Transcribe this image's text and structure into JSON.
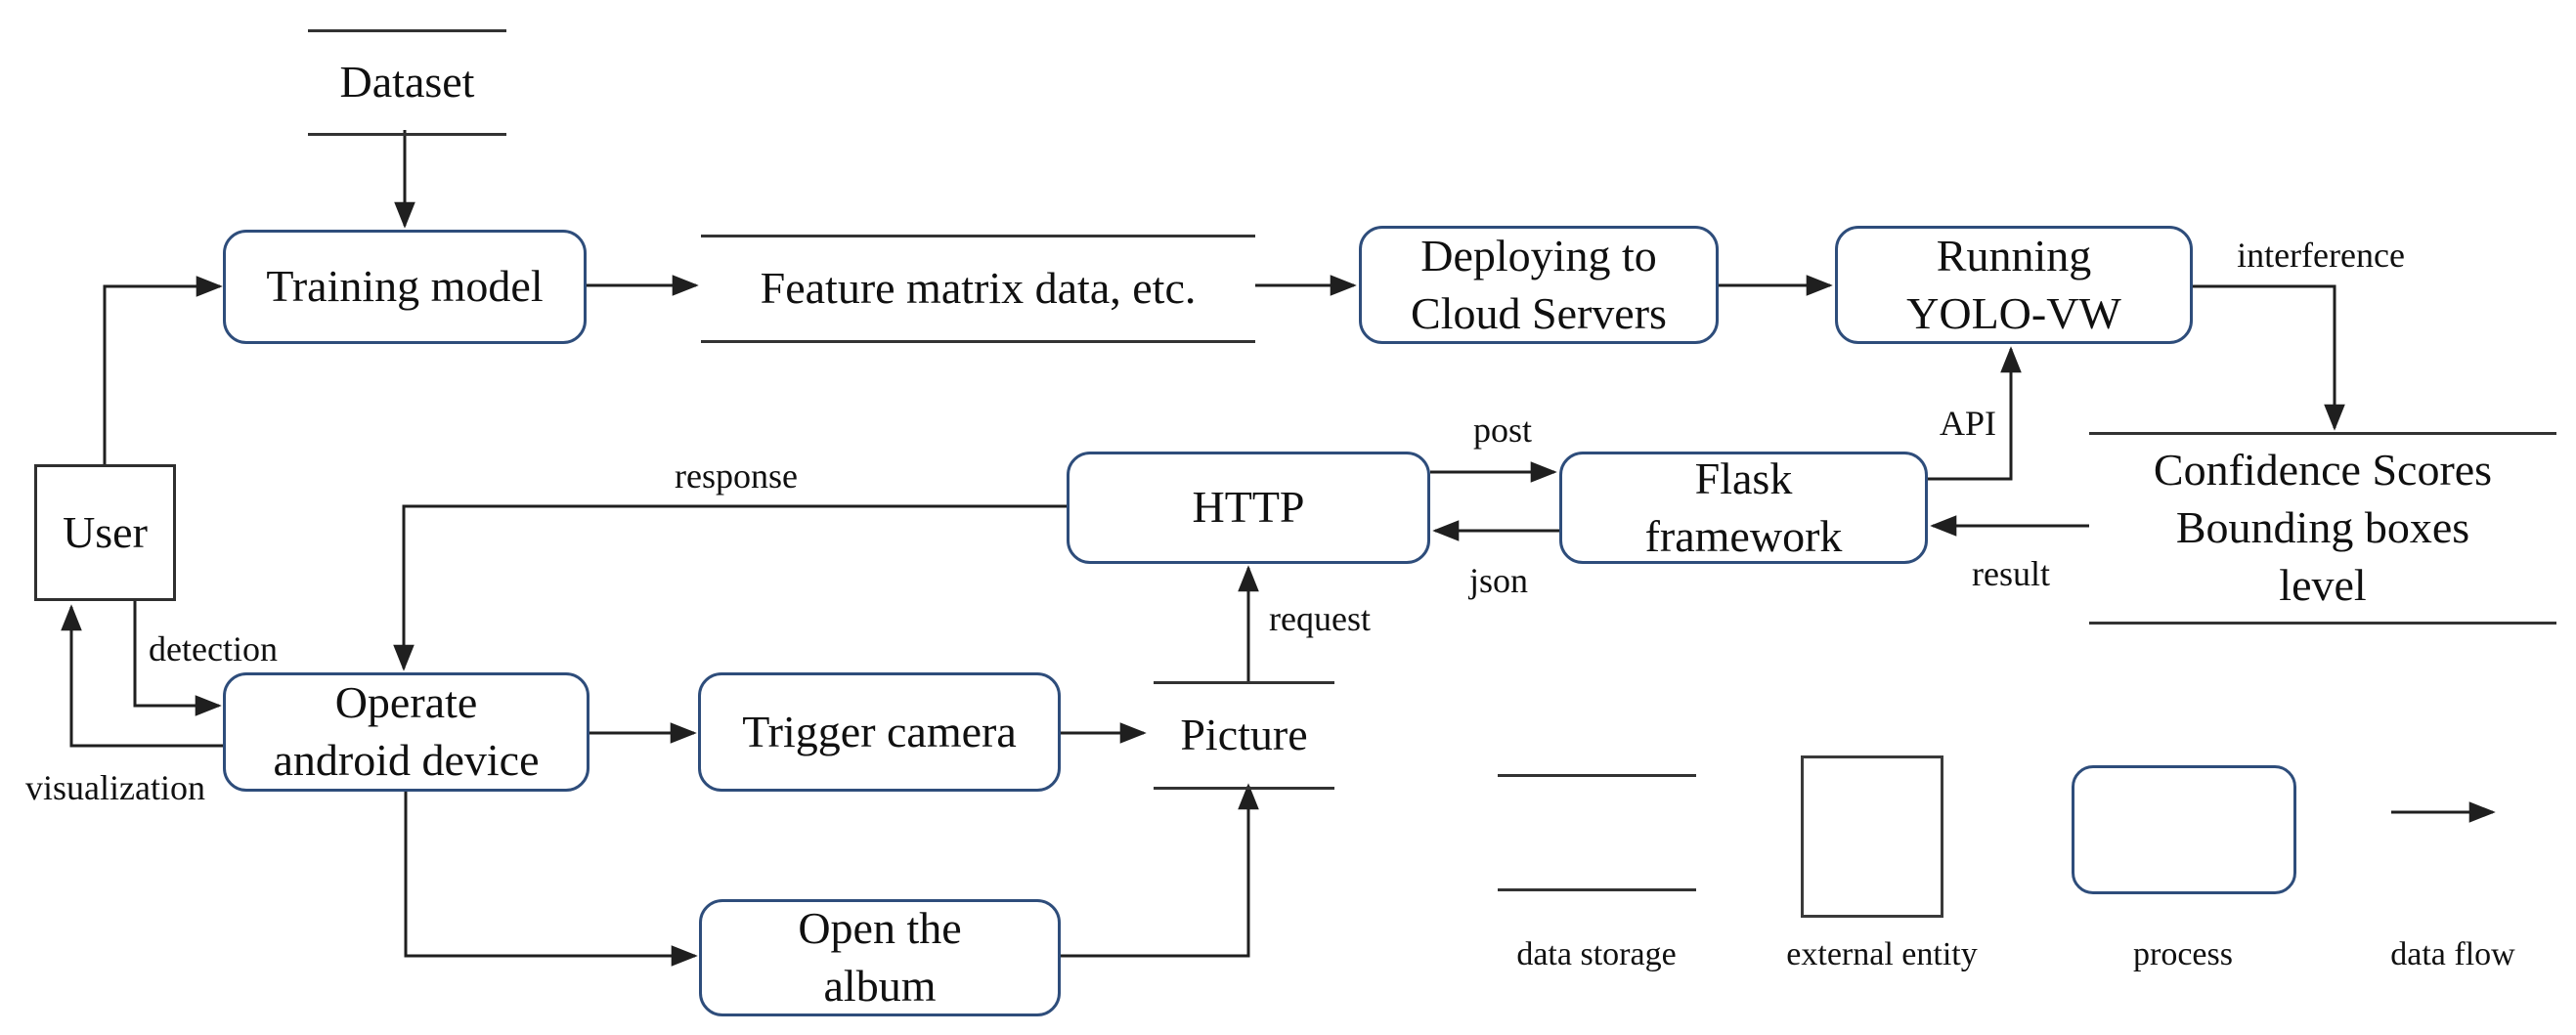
{
  "diagram": {
    "nodes": {
      "dataset": {
        "type": "data-storage",
        "label": "Dataset"
      },
      "training_model": {
        "type": "process",
        "lines": [
          "Training model"
        ]
      },
      "feature_matrix": {
        "type": "data-storage",
        "label": "Feature matrix data, etc."
      },
      "deploying": {
        "type": "process",
        "lines": [
          "Deploying to",
          "Cloud Servers"
        ]
      },
      "running_yolo": {
        "type": "process",
        "lines": [
          "Running",
          "YOLO-VW"
        ]
      },
      "confidence": {
        "type": "data-storage",
        "lines": [
          "Confidence Scores",
          "Bounding boxes",
          "level"
        ]
      },
      "user": {
        "type": "external-entity",
        "label": "User"
      },
      "http": {
        "type": "process",
        "lines": [
          "HTTP"
        ]
      },
      "flask": {
        "type": "process",
        "lines": [
          "Flask",
          "framework"
        ]
      },
      "operate_device": {
        "type": "process",
        "lines": [
          "Operate",
          "android device"
        ]
      },
      "trigger_camera": {
        "type": "process",
        "lines": [
          "Trigger camera"
        ]
      },
      "picture": {
        "type": "data-storage",
        "label": "Picture"
      },
      "open_album": {
        "type": "process",
        "lines": [
          "Open the",
          "album"
        ]
      }
    },
    "flow_labels": {
      "interference": "interference",
      "api": "API",
      "post": "post",
      "json": "json",
      "result": "result",
      "response": "response",
      "request": "request",
      "detection": "detection",
      "visualization": "visualization"
    },
    "legend": {
      "data_storage": "data storage",
      "external_entity": "external entity",
      "process": "process",
      "data_flow": "data flow"
    },
    "colors": {
      "process_border": "#2e4d7b",
      "entity_border": "#2f2f2f",
      "storage_line": "#333333",
      "flow_line": "#1f1f1f",
      "text": "#101010",
      "background": "#ffffff"
    }
  }
}
